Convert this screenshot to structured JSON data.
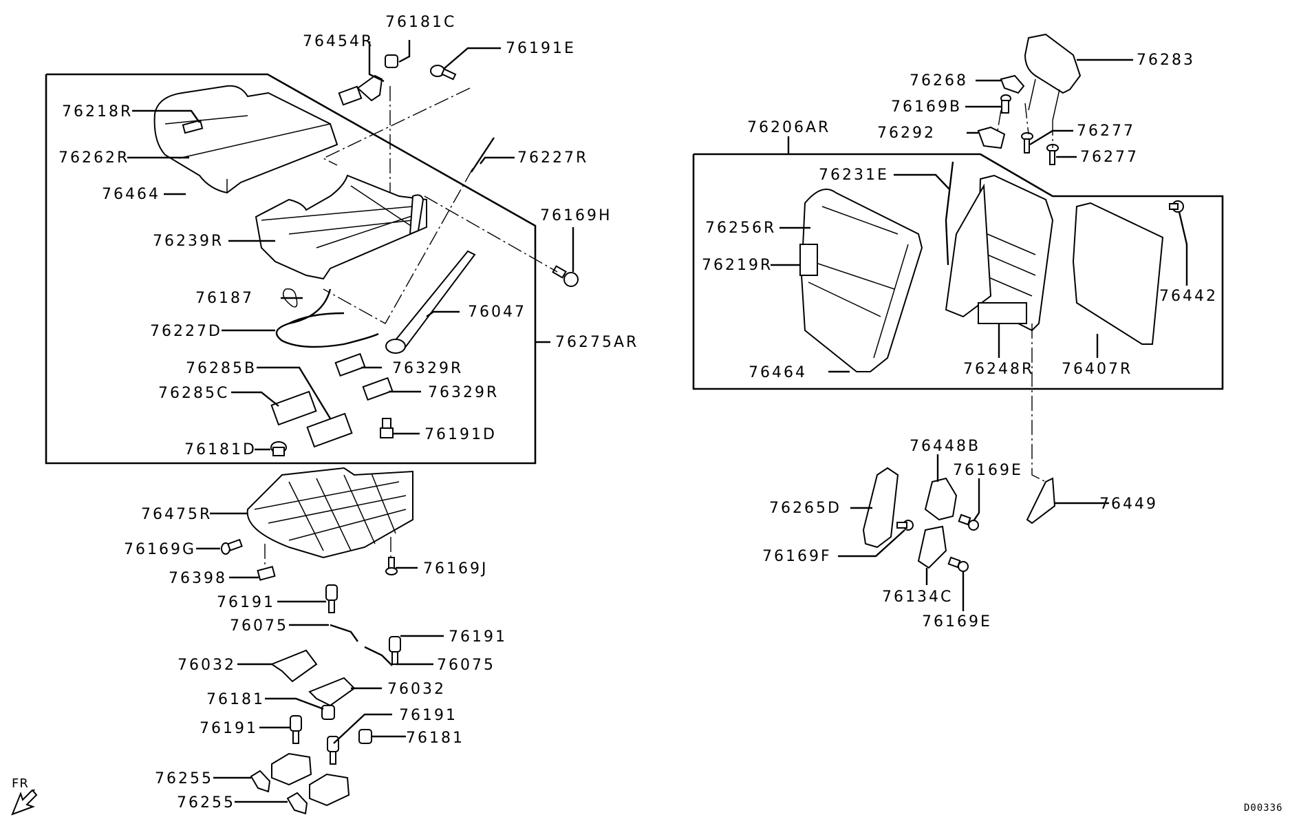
{
  "diagram": {
    "title_code": "D00336",
    "orientation_label": "FR",
    "assemblies": {
      "seat_cushion": "76275AR",
      "seat_back": "76206AR"
    },
    "labels": {
      "p76454R": "76454R",
      "p76181C": "76181C",
      "p76191E": "76191E",
      "p76218R": "76218R",
      "p76262R": "76262R",
      "p76464a": "76464",
      "p76227R": "76227R",
      "p76169H": "76169H",
      "p76239R": "76239R",
      "p76187": "76187",
      "p76227D": "76227D",
      "p76047": "76047",
      "p76275AR": "76275AR",
      "p76285B": "76285B",
      "p76329Ra": "76329R",
      "p76329Rb": "76329R",
      "p76285C": "76285C",
      "p76191D": "76191D",
      "p76181D": "76181D",
      "p76475R": "76475R",
      "p76169G": "76169G",
      "p76169J": "76169J",
      "p76398": "76398",
      "p76191a": "76191",
      "p76075a": "76075",
      "p76191b": "76191",
      "p76075b": "76075",
      "p76032a": "76032",
      "p76032b": "76032",
      "p76181a": "76181",
      "p76191c": "76191",
      "p76191d": "76191",
      "p76181b": "76181",
      "p76255a": "76255",
      "p76255b": "76255",
      "p76283": "76283",
      "p76268": "76268",
      "p76169B": "76169B",
      "p76206AR": "76206AR",
      "p76292": "76292",
      "p76277a": "76277",
      "p76277b": "76277",
      "p76231E": "76231E",
      "p76256R": "76256R",
      "p76219R": "76219R",
      "p76442": "76442",
      "p76464b": "76464",
      "p76248R": "76248R",
      "p76407R": "76407R",
      "p76448B": "76448B",
      "p76169Ea": "76169E",
      "p76265D": "76265D",
      "p76449": "76449",
      "p76169F": "76169F",
      "p76134C": "76134C",
      "p76169Eb": "76169E"
    }
  }
}
